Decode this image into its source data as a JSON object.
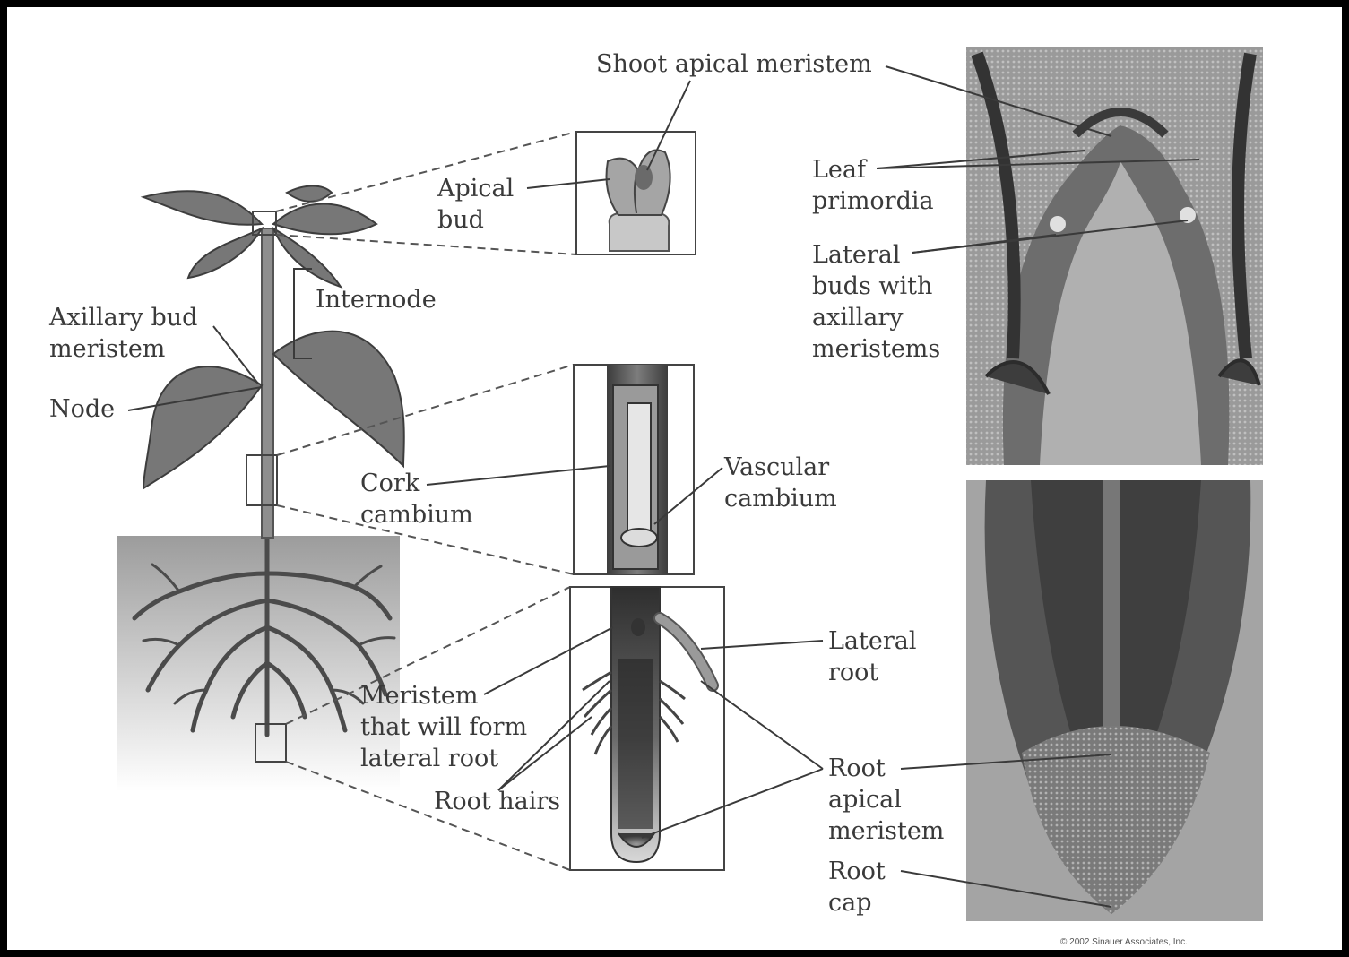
{
  "colors": {
    "line": "#4a4a4a",
    "soil_top": "#9c9c9c",
    "soil_bottom": "#ffffff",
    "leaf": "#7a7a7a",
    "stem": "#8e8e8e",
    "micrograph": "#8a8a8a"
  },
  "labels": {
    "shoot_apical_meristem": "Shoot apical meristem",
    "apical_bud_line1": "Apical",
    "apical_bud_line2": "bud",
    "leaf_primordia_line1": "Leaf",
    "leaf_primordia_line2": "primordia",
    "lateral_buds_line1": "Lateral",
    "lateral_buds_line2": "buds with",
    "lateral_buds_line3": "axillary",
    "lateral_buds_line4": "meristems",
    "axillary_bud_line1": "Axillary bud",
    "axillary_bud_line2": "meristem",
    "internode": "Internode",
    "node": "Node",
    "cork_cambium_line1": "Cork",
    "cork_cambium_line2": "cambium",
    "vascular_cambium_line1": "Vascular",
    "vascular_cambium_line2": "cambium",
    "lateral_root_line1": "Lateral",
    "lateral_root_line2": "root",
    "meristem_lateral_line1": "Meristem",
    "meristem_lateral_line2": "that will form",
    "meristem_lateral_line3": "lateral root",
    "root_hairs": "Root hairs",
    "root_apical_meristem_line1": "Root",
    "root_apical_meristem_line2": "apical",
    "root_apical_meristem_line3": "meristem",
    "root_cap_line1": "Root",
    "root_cap_line2": "cap"
  },
  "copyright": "© 2002 Sinauer Associates, Inc."
}
